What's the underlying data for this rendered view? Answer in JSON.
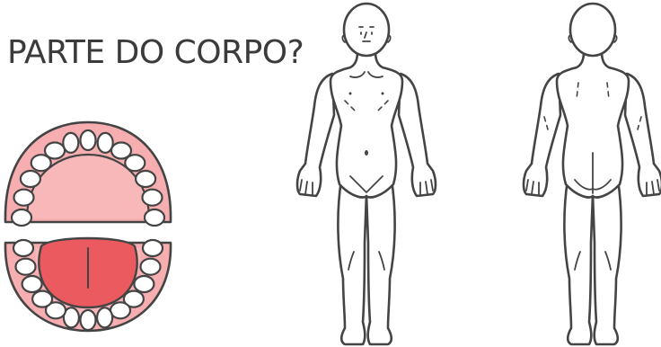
{
  "title": "PARTE DO CORPO?",
  "illustrations": {
    "mouth": "mouth-teeth-tongue-illustration",
    "body_front": "human-body-front-outline",
    "body_back": "human-body-back-outline"
  },
  "colors": {
    "gum": "#f6aeb0",
    "tongue": "#ea5a5f",
    "outline": "#444444",
    "text": "#3b3b3b"
  }
}
